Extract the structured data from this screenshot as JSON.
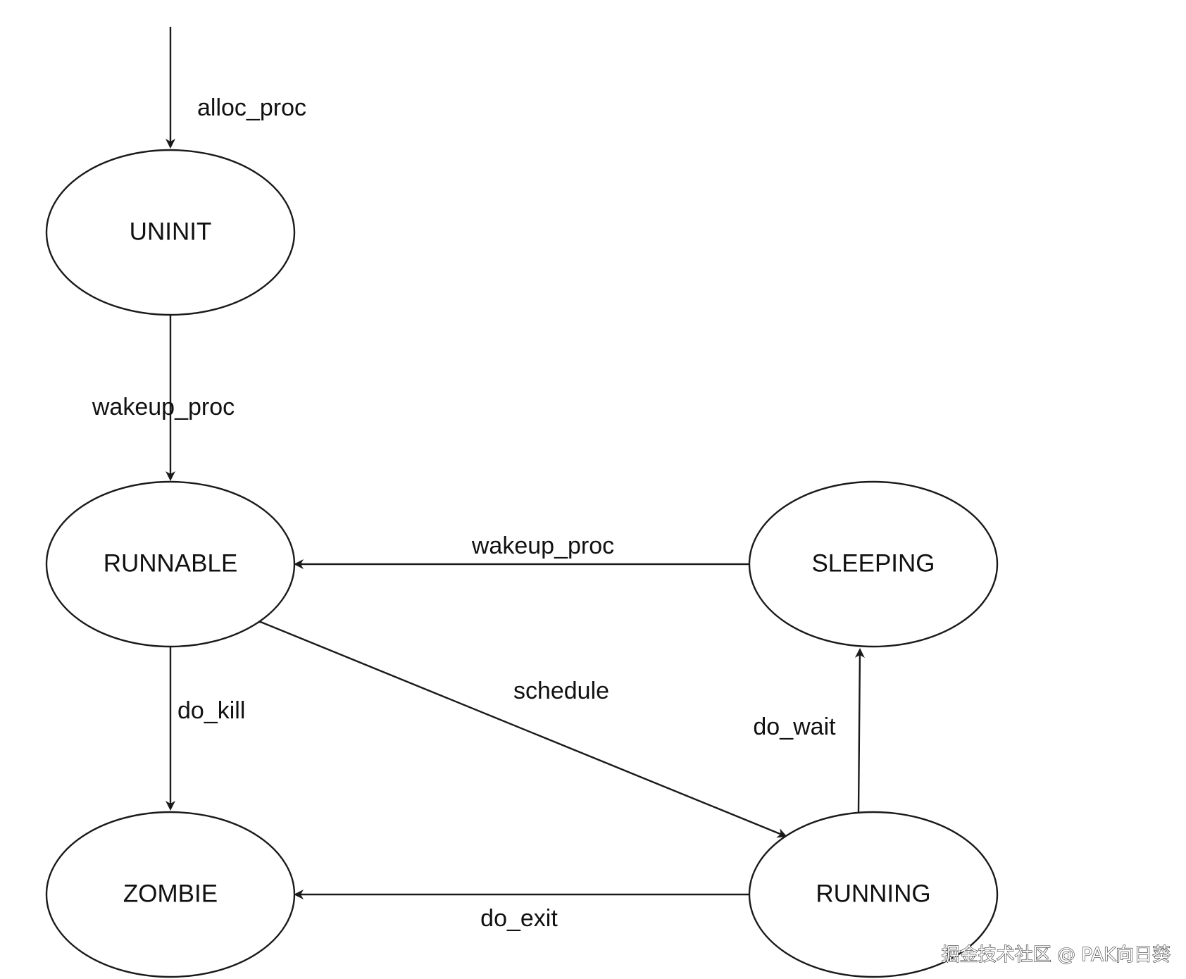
{
  "states": {
    "uninit": "UNINIT",
    "runnable": "RUNNABLE",
    "sleeping": "SLEEPING",
    "zombie": "ZOMBIE",
    "running": "RUNNING"
  },
  "transitions": {
    "alloc_proc": "alloc_proc",
    "wakeup_proc_init": "wakeup_proc",
    "wakeup_proc_sleep": "wakeup_proc",
    "schedule": "schedule",
    "do_kill": "do_kill",
    "do_wait": "do_wait",
    "do_exit": "do_exit"
  },
  "watermark": "掘金技术社区 @ PAK向日葵",
  "colors": {
    "stroke": "#1a1a1a",
    "background": "#ffffff"
  }
}
